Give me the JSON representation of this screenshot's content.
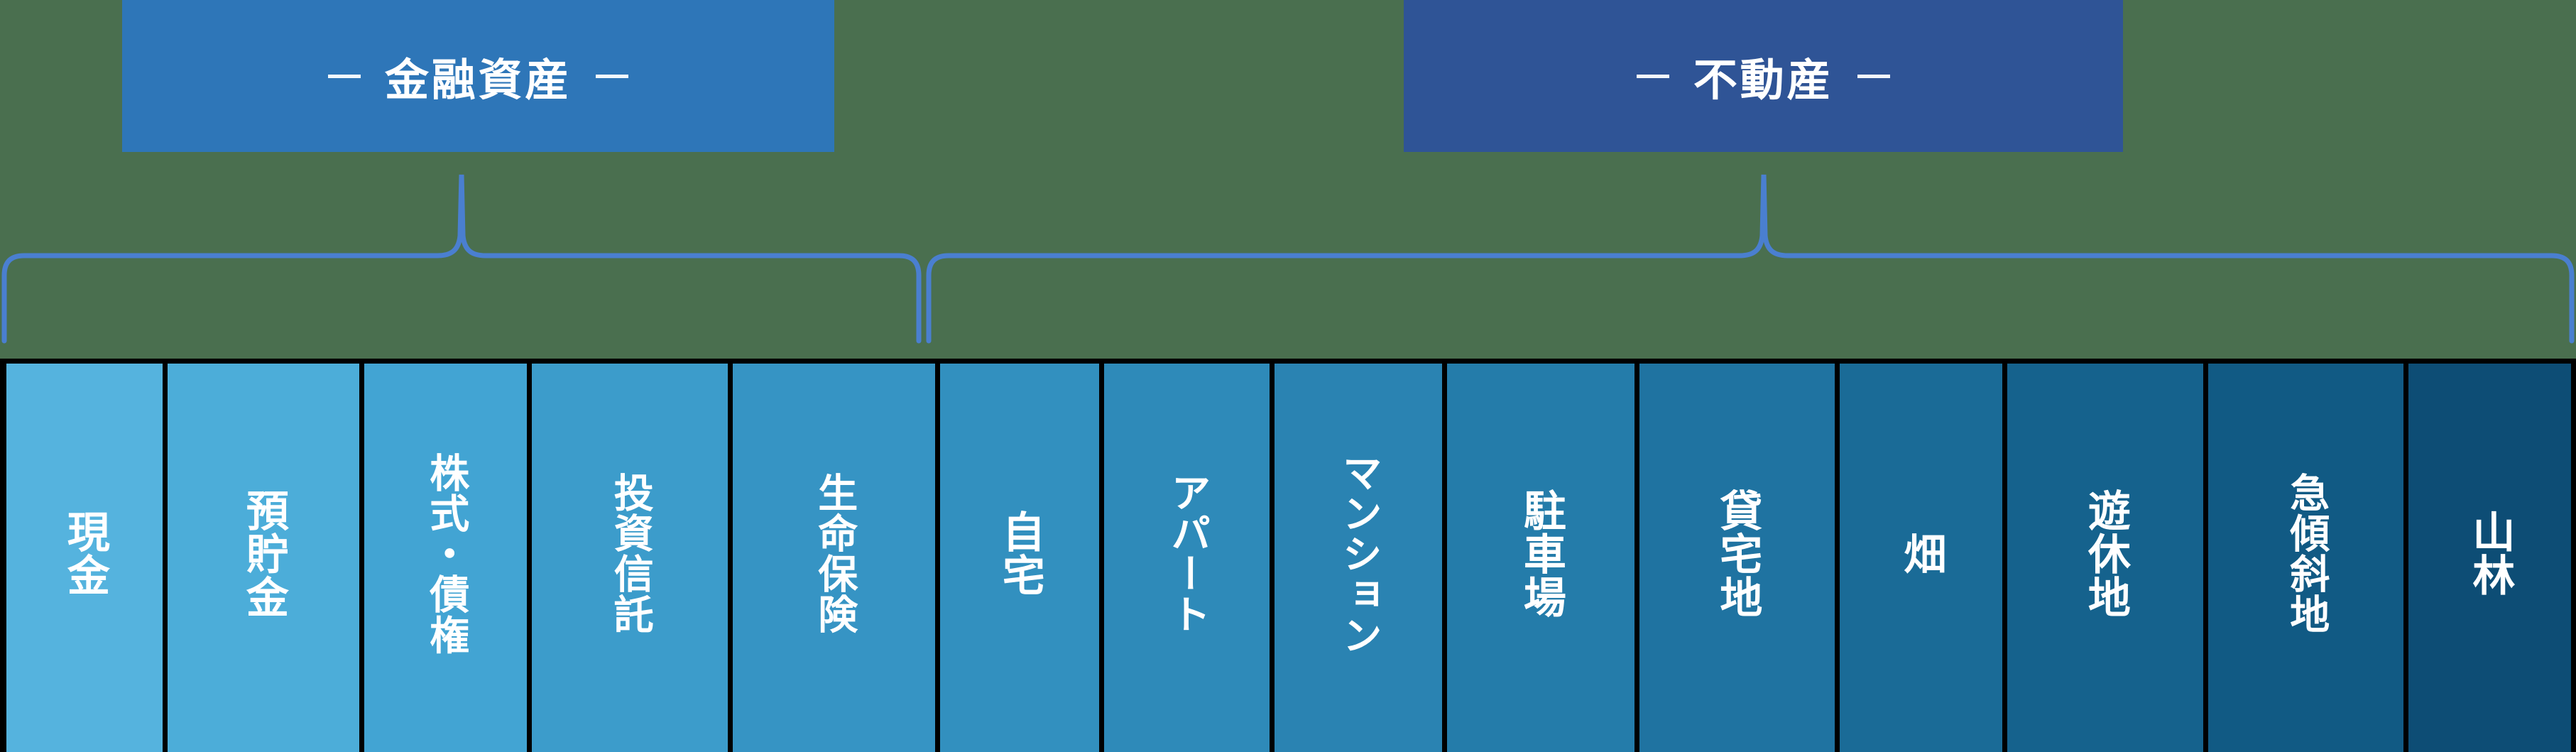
{
  "diagram": {
    "title_visible": false,
    "background_color": "#4a6f4f",
    "brace_color": "#4a7fd0",
    "divider_color": "#000000"
  },
  "categories": [
    {
      "id": "financial-assets",
      "label": "金融資産",
      "dash_left": "—",
      "dash_right": "—",
      "color": "#2e76b8"
    },
    {
      "id": "real-estate",
      "label": "不動産",
      "dash_left": "—",
      "dash_right": "—",
      "color": "#2f5496"
    }
  ],
  "cells": [
    {
      "label": "現金",
      "color": "#55b3de",
      "group": "financial-assets"
    },
    {
      "label": "預貯金",
      "color": "#4cadd9",
      "group": "financial-assets"
    },
    {
      "label": "株式・債権",
      "color": "#42a4d3",
      "group": "financial-assets"
    },
    {
      "label": "投資信託",
      "color": "#3c9ccb",
      "group": "financial-assets"
    },
    {
      "label": "生命保険",
      "color": "#3694c4",
      "group": "financial-assets"
    },
    {
      "label": "自宅",
      "color": "#3290bf",
      "group": "real-estate"
    },
    {
      "label": "アパート",
      "color": "#2e8ab9",
      "group": "real-estate"
    },
    {
      "label": "マンション",
      "color": "#2a83b2",
      "group": "real-estate"
    },
    {
      "label": "駐車場",
      "color": "#247caa",
      "group": "real-estate"
    },
    {
      "label": "貸宅地",
      "color": "#1f73a1",
      "group": "real-estate"
    },
    {
      "label": "畑",
      "color": "#1a6b97",
      "group": "real-estate"
    },
    {
      "label": "遊休地",
      "color": "#15628d",
      "group": "real-estate"
    },
    {
      "label": "急傾斜地",
      "color": "#115a84",
      "group": "real-estate"
    },
    {
      "label": "山林",
      "color": "#0d4d75",
      "group": "real-estate"
    }
  ]
}
